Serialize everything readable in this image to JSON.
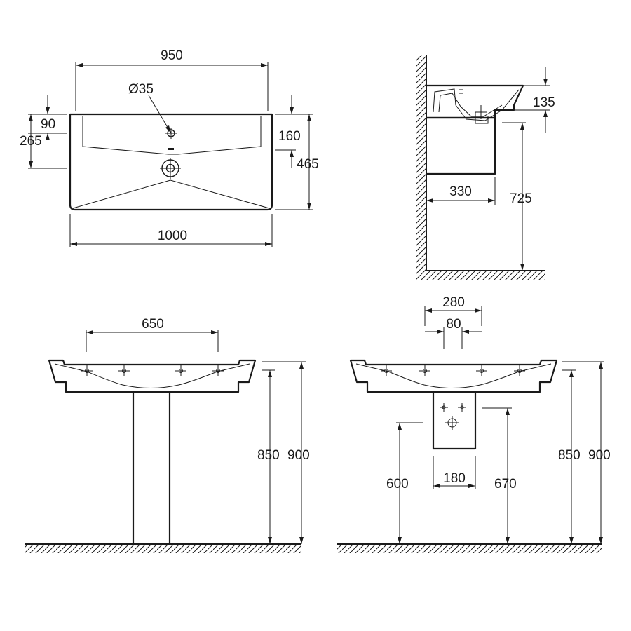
{
  "top_view": {
    "width_top": "950",
    "tap_hole": "Ø35",
    "dim_90": "90",
    "dim_265": "265",
    "dim_160": "160",
    "dim_465": "465",
    "width_bottom": "1000"
  },
  "side_view": {
    "dim_135": "135",
    "dim_330": "330",
    "dim_725": "725"
  },
  "front_pedestal": {
    "dim_650": "650",
    "dim_850": "850",
    "dim_900": "900"
  },
  "front_semipedestal": {
    "dim_280": "280",
    "dim_80": "80",
    "dim_600": "600",
    "dim_180": "180",
    "dim_670": "670",
    "dim_850": "850",
    "dim_900": "900"
  }
}
